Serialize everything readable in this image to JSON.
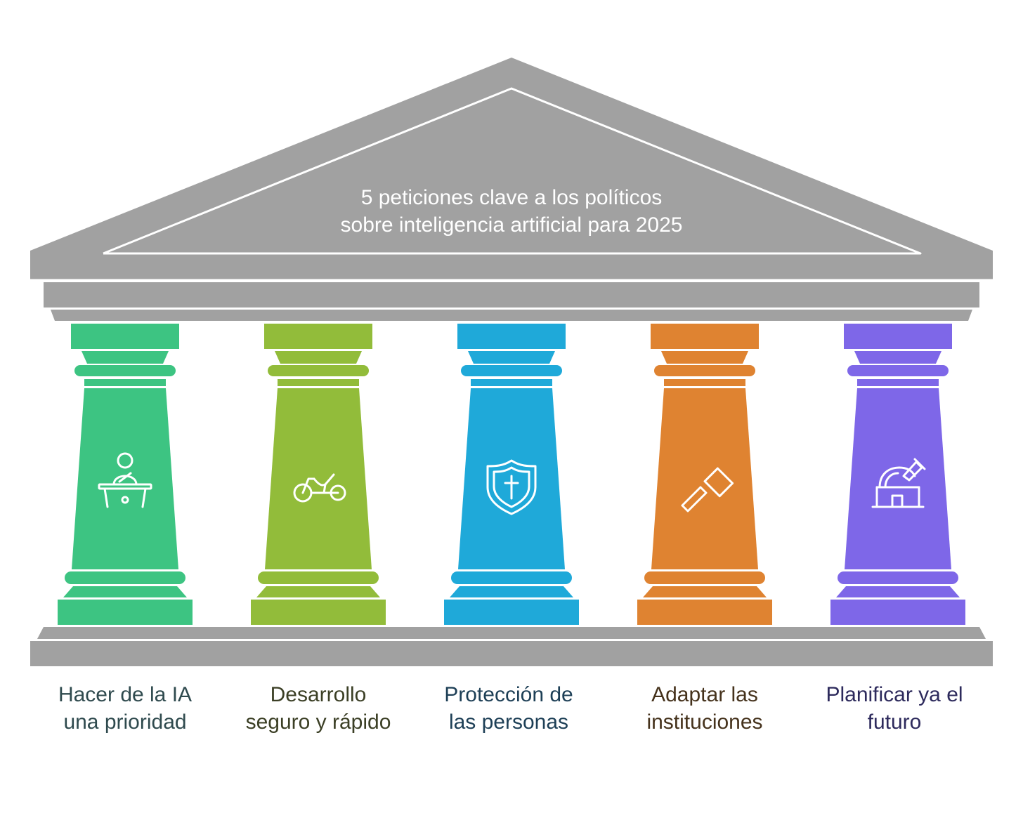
{
  "title": {
    "line1": "5 peticiones clave a los políticos",
    "line2": "sobre inteligencia artificial para 2025"
  },
  "colors": {
    "roof": "#a1a1a1",
    "outline": "#ffffff",
    "text_icon": "#ffffff"
  },
  "pillars": [
    {
      "line1": "Hacer de la IA",
      "line2": "una prioridad",
      "color": "#3dc482",
      "text_color": "#2f4a4e",
      "icon": "person-at-desk-icon"
    },
    {
      "line1": "Desarrollo",
      "line2": "seguro y rápido",
      "color": "#92bc3a",
      "text_color": "#3b3f25",
      "icon": "recumbent-bike-icon"
    },
    {
      "line1": "Protección de",
      "line2": "las personas",
      "color": "#1fa9d9",
      "text_color": "#1d3f56",
      "icon": "shield-cross-icon"
    },
    {
      "line1": "Adaptar las",
      "line2": "instituciones",
      "color": "#df8331",
      "text_color": "#45321c",
      "icon": "gavel-icon"
    },
    {
      "line1": "Planificar ya el",
      "line2": "futuro",
      "color": "#7e67e8",
      "text_color": "#2d2a5c",
      "icon": "observatory-icon"
    }
  ]
}
